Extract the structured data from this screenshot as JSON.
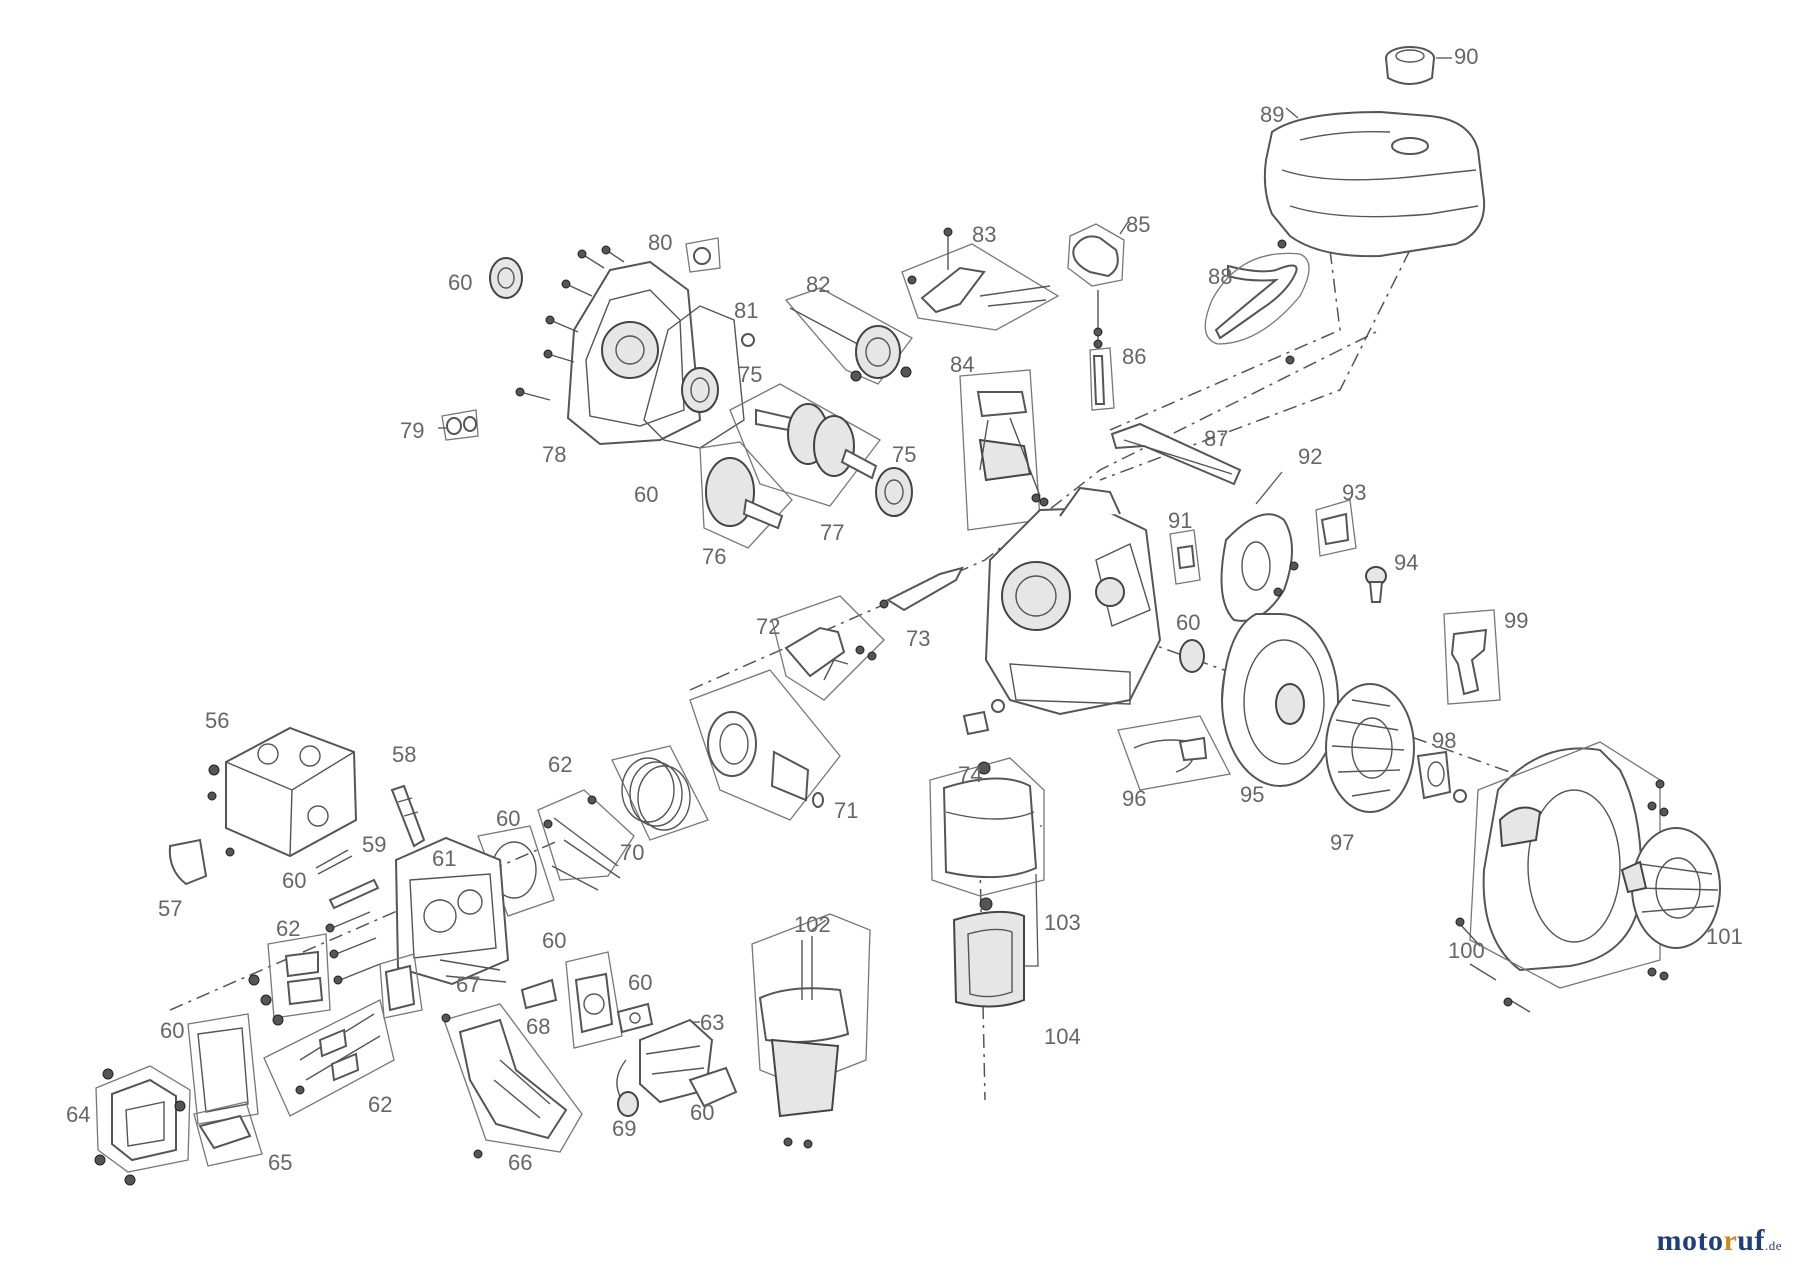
{
  "callouts": [
    "56",
    "57",
    "58",
    "59",
    "60",
    "60",
    "60",
    "60",
    "60",
    "60",
    "60",
    "60",
    "60",
    "60",
    "61",
    "62",
    "62",
    "62",
    "63",
    "64",
    "65",
    "66",
    "67",
    "68",
    "69",
    "70",
    "71",
    "72",
    "73",
    "74",
    "75",
    "75",
    "76",
    "77",
    "78",
    "79",
    "80",
    "81",
    "82",
    "83",
    "84",
    "85",
    "86",
    "87",
    "88",
    "89",
    "90",
    "91",
    "92",
    "93",
    "94",
    "95",
    "96",
    "97",
    "98",
    "99",
    "100",
    "101",
    "102",
    "103",
    "104"
  ],
  "watermark": {
    "part1": "moto",
    "part2": "r",
    "part3": "uf",
    "tld": ".de"
  }
}
